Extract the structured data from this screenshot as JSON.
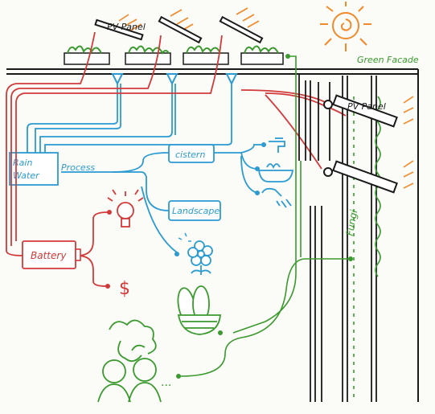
{
  "colors": {
    "ink": "#1a1a1a",
    "water": "#2b9bd1",
    "power": "#d23a3a",
    "green": "#3a9a2e",
    "sun": "#f08a2a"
  },
  "labels": {
    "pv_top": "PV Panel",
    "green_facade": "Green Facade",
    "pv_side": "PV Panel",
    "rain_water_1": "Rain",
    "rain_water_2": "Water",
    "process": "Process",
    "cistern": "cistern",
    "landscape": "Landscape",
    "battery": "Battery",
    "fungi": "Fungi",
    "dollar": "$",
    "ellipsis": "..."
  },
  "icons": [
    "sun-icon",
    "pv-panel-icon",
    "planter-icon",
    "lightbulb-icon",
    "faucet-icon",
    "bathtub-icon",
    "shower-icon",
    "flower-icon",
    "bread-basket-icon",
    "people-icon",
    "vine-icon"
  ]
}
